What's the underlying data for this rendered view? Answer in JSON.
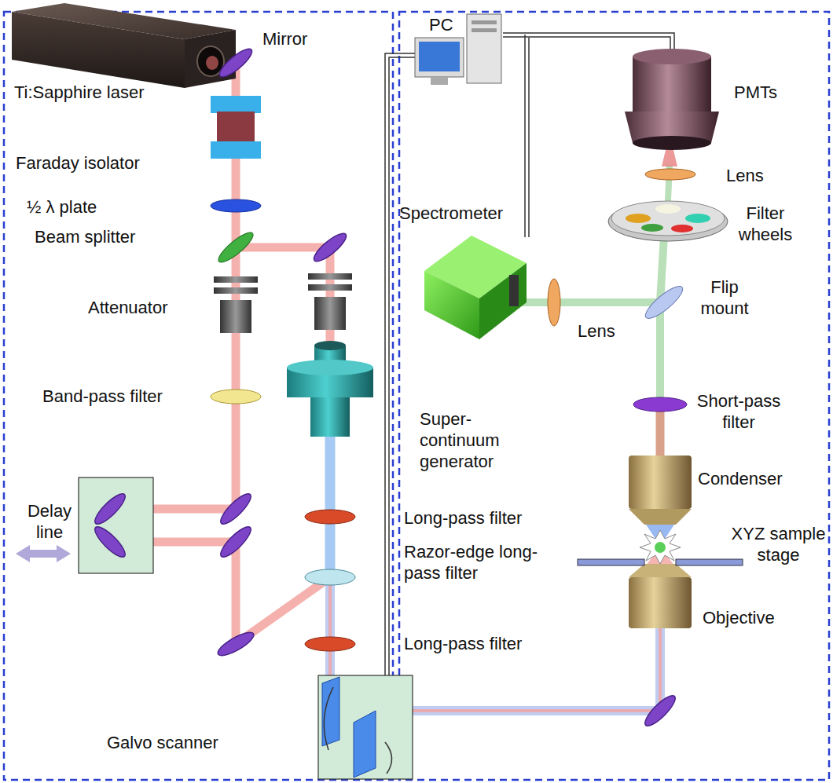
{
  "diagram": {
    "labels": [
      "PC",
      "PMTs",
      "Mirror",
      "Ti:Sapphire laser",
      "Faraday isolator",
      "½ λ plate",
      "Spectrometer",
      "Lens",
      "Filter wheels",
      "Beam splitter",
      "Flip mount",
      "Attenuator",
      "Lens",
      "Band-pass filter",
      "Short-pass filter",
      "Super- continuum generator",
      "Condenser",
      "Delay line",
      "Long-pass filter",
      "XYZ sample stage",
      "Razor-edge long- pass filter",
      "Objective",
      "Long-pass filter",
      "Galvo scanner"
    ]
  }
}
